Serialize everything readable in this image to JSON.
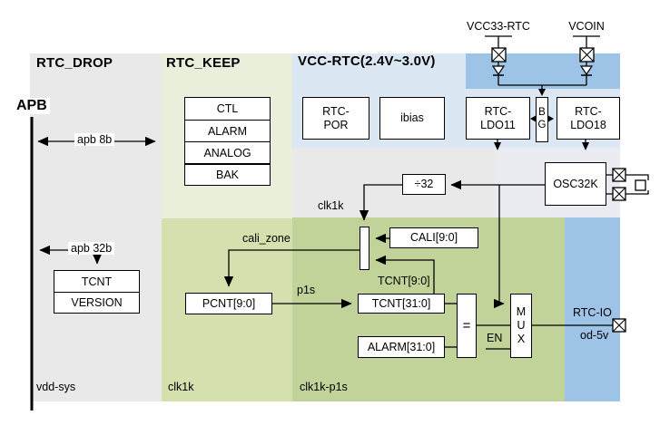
{
  "zones": {
    "rtc_drop": {
      "title": "RTC_DROP",
      "footer": "vdd-sys"
    },
    "rtc_keep": {
      "title": "RTC_KEEP",
      "footer": "clk1k"
    },
    "vcc_rtc": {
      "title": "VCC-RTC(2.4V~3.0V)"
    },
    "clk1k_p1s": {
      "footer": "clk1k-p1s"
    }
  },
  "power_pins": {
    "vcc33": "VCC33-RTC",
    "vcoin": "VCOIN"
  },
  "bus": {
    "name": "APB",
    "apb8b": "apb 8b",
    "apb32b": "apb 32b"
  },
  "blocks": {
    "reg_stack": [
      "CTL",
      "ALARM",
      "ANALOG",
      "BAK"
    ],
    "tcnt_stack": [
      "TCNT",
      "VERSION"
    ],
    "rtc_por": "RTC-\nPOR",
    "ibias": "ibias",
    "rtc_ldo11": "RTC-\nLDO11",
    "bg": "B\nG",
    "rtc_ldo18": "RTC-\nLDO18",
    "osc32k": "OSC32K",
    "div32": "÷32",
    "cali": "CALI[9:0]",
    "pcnt": "PCNT[9:0]",
    "tcnt31": "TCNT[31:0]",
    "alarm31": "ALARM[31:0]",
    "comparator": "=",
    "mux": "M\nU\nX"
  },
  "signals": {
    "clk1k": "clk1k",
    "cali_zone": "cali_zone",
    "p1s": "p1s",
    "tcnt9": "TCNT[9:0]",
    "en": "EN",
    "rtc_io": "RTC-IO",
    "od_5v": "od-5v"
  },
  "colors": {
    "zone-gray": "#e9e9e9",
    "zone-green-light": "#e9efda",
    "zone-green-mid": "#d4e0ae",
    "zone-green-dark": "#c2d399",
    "zone-blue-light": "#dbe8f4",
    "zone-blue-dark": "#9dc3e6",
    "zone-lavender": "#ebebf2",
    "wire": "#000000",
    "block-bg": "#ffffff"
  }
}
